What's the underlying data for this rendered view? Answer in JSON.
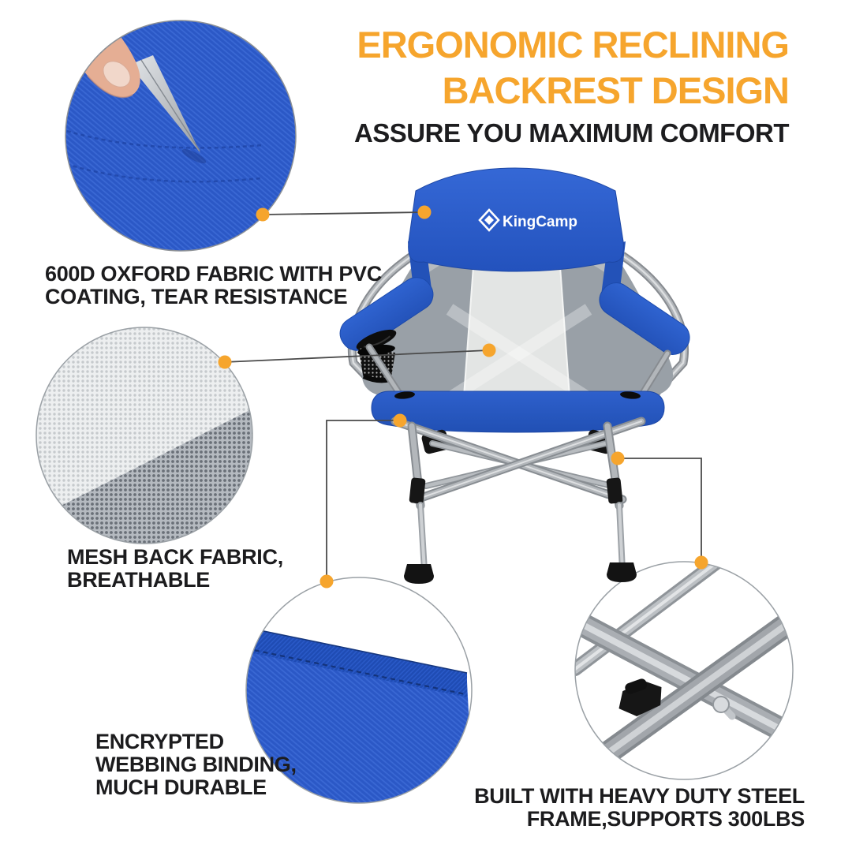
{
  "header": {
    "title_line1": "ERGONOMIC RECLINING",
    "title_line2": "BACKREST DESIGN",
    "subtitle": "ASSURE YOU MAXIMUM COMFORT"
  },
  "product": {
    "brand": "KingCamp"
  },
  "callouts": {
    "fabric": {
      "line1": "600D OXFORD FABRIC WITH PVC",
      "line2": "COATING, TEAR RESISTANCE"
    },
    "mesh": {
      "line1": "MESH BACK FABRIC,",
      "line2": "BREATHABLE"
    },
    "webbing": {
      "line1": "ENCRYPTED",
      "line2": "WEBBING BINDING,",
      "line3": "MUCH DURABLE"
    },
    "frame": {
      "line1": "BUILT WITH HEAVY DUTY STEEL",
      "line2": "FRAME,SUPPORTS 300LBS"
    }
  },
  "colors": {
    "accent_orange": "#F6A52D",
    "chair_blue": "#2B5CC6",
    "mesh_gray": "#99A0A7",
    "frame_gray": "#A9ADB2",
    "text": "#1C1C1E"
  }
}
